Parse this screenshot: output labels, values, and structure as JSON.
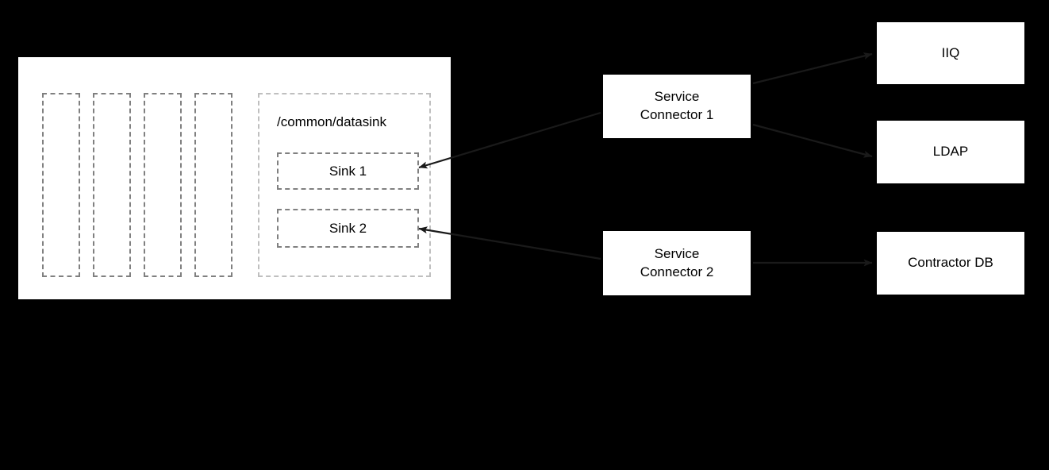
{
  "diagram": {
    "title": "Data sink service connector diagram",
    "background_color": "#000000",
    "panel_color": "#ffffff",
    "line_color": "#1a1a1a",
    "dash_color_dark": "#808080",
    "dash_color_light": "#bfbfbf"
  },
  "source_panel": {
    "placeholder_columns": [
      {
        "name": "placeholder-1"
      },
      {
        "name": "placeholder-2"
      },
      {
        "name": "placeholder-3"
      },
      {
        "name": "placeholder-4"
      }
    ],
    "datasink": {
      "label": "/common/datasink",
      "sinks": [
        {
          "label": "Sink 1"
        },
        {
          "label": "Sink 2"
        }
      ]
    }
  },
  "connectors": [
    {
      "label": "Service\nConnector  1"
    },
    {
      "label": "Service\nConnector  2"
    }
  ],
  "targets": [
    {
      "label": "IIQ"
    },
    {
      "label": "LDAP"
    },
    {
      "label": "Contractor DB"
    }
  ],
  "edges": [
    {
      "name": "edge-connector1-to-sink1",
      "from": "Service Connector  1",
      "to": "Sink 1",
      "direction": "left"
    },
    {
      "name": "edge-connector2-to-sink2",
      "from": "Service Connector  2",
      "to": "Sink 2",
      "direction": "left"
    },
    {
      "name": "edge-connector1-to-iiq",
      "from": "Service Connector  1",
      "to": "IIQ",
      "direction": "right"
    },
    {
      "name": "edge-connector1-to-ldap",
      "from": "Service Connector  1",
      "to": "LDAP",
      "direction": "right"
    },
    {
      "name": "edge-connector2-to-contractordb",
      "from": "Service Connector  2",
      "to": "Contractor DB",
      "direction": "right"
    }
  ]
}
